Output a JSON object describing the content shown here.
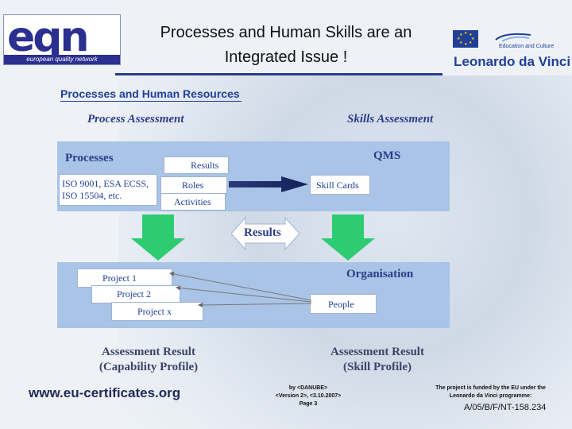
{
  "logo": {
    "main": "eqn",
    "strip": "european quality network"
  },
  "title": {
    "line1": "Processes and Human Skills are an",
    "line2": "Integrated Issue !"
  },
  "eu": {
    "education_label": "Education and Culture",
    "program_logo": "Leonardo da Vinci"
  },
  "section_heading": "Processes and Human Resources",
  "diagram": {
    "process_assessment": "Process Assessment",
    "skills_assessment": "Skills Assessment",
    "processes_label": "Processes",
    "qms_label": "QMS",
    "results_box": "Results",
    "iso_box_line1": "ISO 9001, ESA ECSS,",
    "iso_box_line2": "ISO 15504, etc.",
    "roles_box": "Roles",
    "activities_box": "Activities",
    "skill_cards_box": "Skill Cards",
    "results_center": "Results",
    "organisation_label": "Organisation",
    "project1": "Project 1",
    "project2": "Project 2",
    "projectx": "Project x",
    "people_box": "People",
    "assessment_left_1": "Assessment Result",
    "assessment_left_2": "(Capability Profile)",
    "assessment_right_1": "Assessment Result",
    "assessment_right_2": "(Skill Profile)",
    "colors": {
      "panel": "#a9c4e6",
      "green_arrow": "#2ecc71",
      "text_blue": "#1f3f99"
    }
  },
  "footer": {
    "url": "www.eu-certificates.org",
    "by_line": "by <DANUBE>",
    "version_line": "<Version 2>, <3.10.2007>",
    "page_line": "Page 3",
    "funding_line1": "The project is funded by the EU under the",
    "funding_line2": "Leonardo da Vinci programme:",
    "code": "A/05/B/F/NT-158.234"
  }
}
